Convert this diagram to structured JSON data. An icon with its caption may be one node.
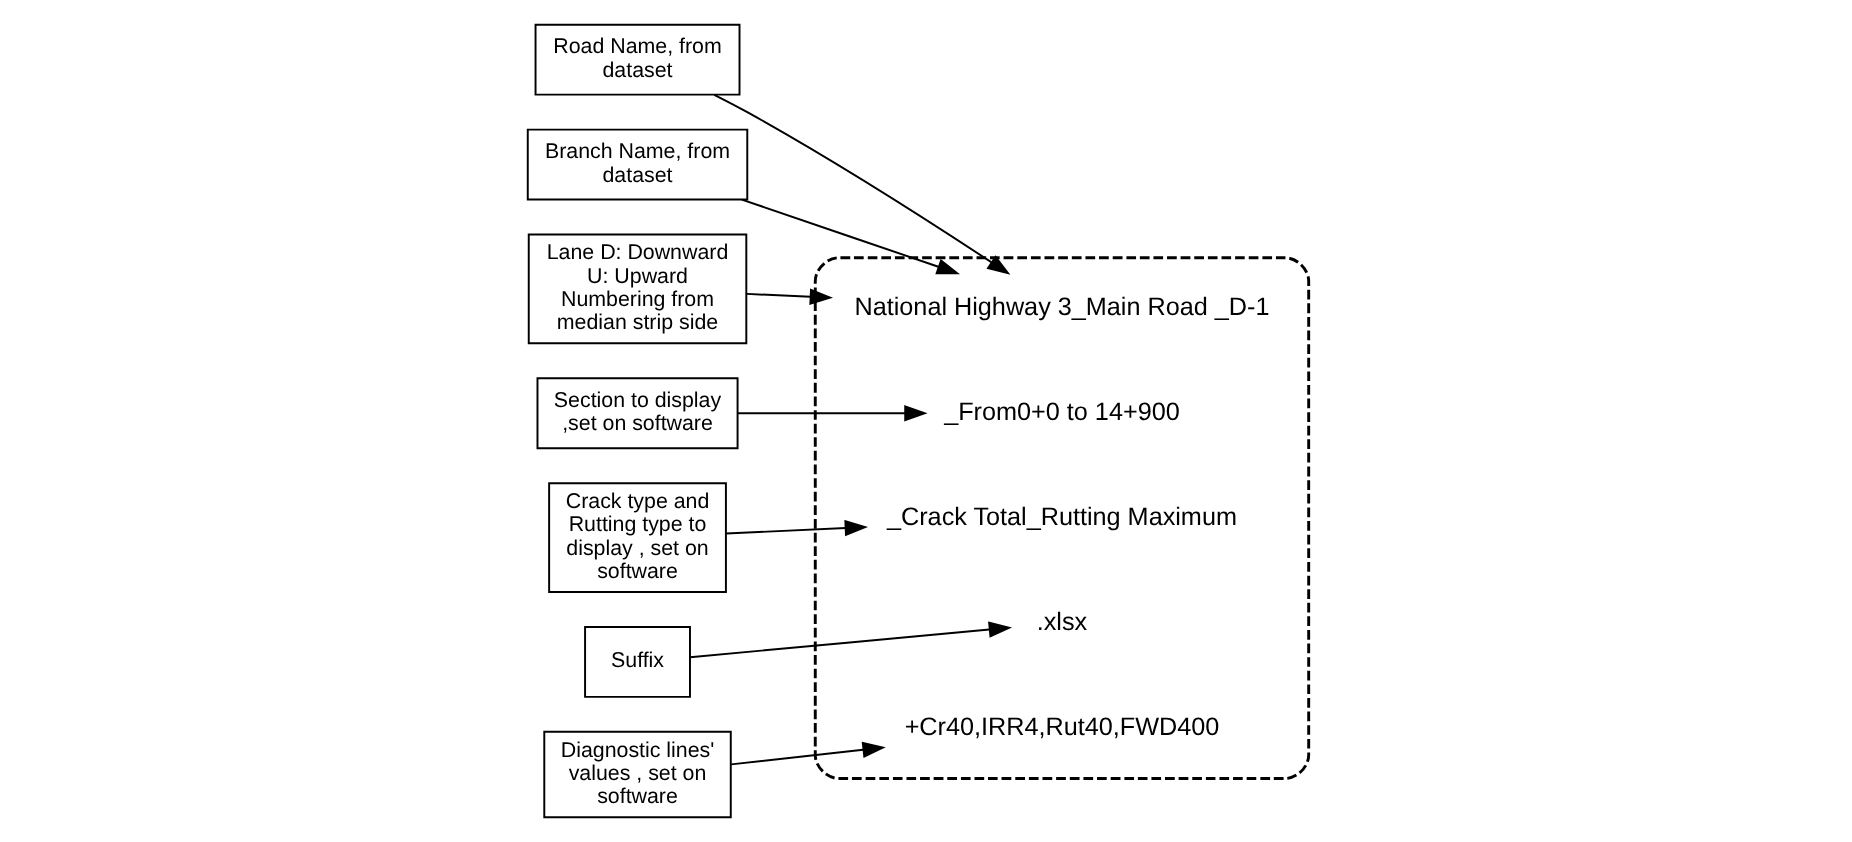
{
  "diagram": {
    "nodes": [
      {
        "text": [],
        "shape": "box"
      },
      {
        "text": [
          "National Highway 3_Main Road _D-1"
        ],
        "in": 0
      },
      {
        "text": [
          "_From0+0 to 14+900"
        ],
        "in": 0
      },
      {
        "text": [
          "_Crack Total_Rutting Maximum"
        ],
        "in": 0
      },
      {
        "text": [
          "+Cr40,IRR4,Rut40,FWD400"
        ],
        "in": 0
      },
      {
        "text": [
          ".xlsx"
        ],
        "in": 0
      },
      {
        "text": [
          "Road Name, from dataset"
        ]
      },
      {
        "text": [
          "Branch Name, from dataset"
        ]
      },
      {
        "text": [
          "Lane D: Downward U: Upward Numbering from median strip side"
        ]
      },
      {
        "text": [
          "Section to display ,set on software"
        ]
      },
      {
        "text": [
          "Crack type and Rutting type to display , set on software"
        ]
      },
      {
        "text": [
          "Suffix"
        ]
      },
      {
        "text": [
          "Diagnostic lines' values , set on software"
        ]
      }
    ],
    "edges": [
      {
        "from": 6,
        "to": 1,
        "arrow": "to"
      },
      {
        "from": 7,
        "to": 1,
        "arrow": "to"
      },
      {
        "from": 8,
        "to": 1,
        "arrow": "to"
      },
      {
        "from": 9,
        "to": 2,
        "arrow": "to"
      },
      {
        "from": 10,
        "to": 3,
        "arrow": "to"
      },
      {
        "from": 11,
        "to": 5,
        "arrow": "to"
      },
      {
        "from": 12,
        "to": 4,
        "arrow": "to"
      }
    ]
  }
}
